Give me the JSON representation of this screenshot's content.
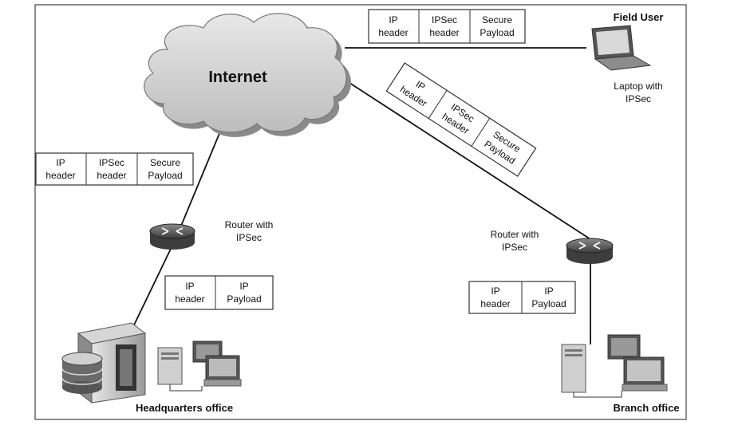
{
  "cloud": {
    "label": "Internet"
  },
  "field_user": {
    "title": "Field User",
    "caption_line1": "Laptop with",
    "caption_line2": "IPSec"
  },
  "router_hq": {
    "line1": "Router with",
    "line2": "IPSec"
  },
  "router_branch": {
    "line1": "Router with",
    "line2": "IPSec"
  },
  "sites": {
    "headquarters": "Headquarters office",
    "branch": "Branch office"
  },
  "packets": {
    "top": [
      {
        "line1": "IP",
        "line2": "header"
      },
      {
        "line1": "IPSec",
        "line2": "header"
      },
      {
        "line1": "Secure",
        "line2": "Payload"
      }
    ],
    "diagonal": [
      {
        "line1": "IP",
        "line2": "header"
      },
      {
        "line1": "IPSec",
        "line2": "header"
      },
      {
        "line1": "Secure",
        "line2": "Payload"
      }
    ],
    "left": [
      {
        "line1": "IP",
        "line2": "header"
      },
      {
        "line1": "IPSec",
        "line2": "header"
      },
      {
        "line1": "Secure",
        "line2": "Payload"
      }
    ],
    "hq_inner": [
      {
        "line1": "IP",
        "line2": "header"
      },
      {
        "line1": "IP",
        "line2": "Payload"
      }
    ],
    "branch_inner": [
      {
        "line1": "IP",
        "line2": "header"
      },
      {
        "line1": "IP",
        "line2": "Payload"
      }
    ]
  },
  "colors": {
    "frame": "#444444",
    "cloud_fill": "#cfcfcf",
    "device_dark": "#555555",
    "device_light": "#bdbdbd"
  },
  "icons": [
    "cloud-icon",
    "laptop-icon",
    "router-icon",
    "server-icon",
    "database-icon",
    "desktop-pc-icon"
  ]
}
